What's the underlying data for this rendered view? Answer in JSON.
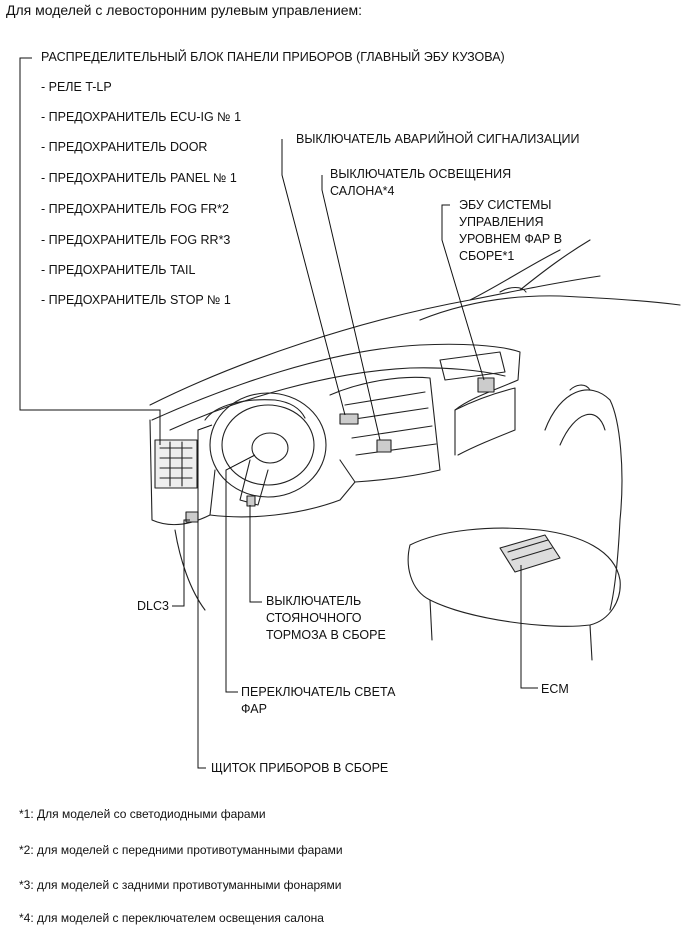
{
  "header": "Для моделей с левосторонним рулевым управлением:",
  "main_block": "РАСПРЕДЕЛИТЕЛЬНЫЙ БЛОК ПАНЕЛИ ПРИБОРОВ (ГЛАВНЫЙ ЭБУ КУЗОВА)",
  "block_items": [
    "- РЕЛЕ T-LP",
    "- ПРЕДОХРАНИТЕЛЬ ECU-IG № 1",
    "- ПРЕДОХРАНИТЕЛЬ DOOR",
    "- ПРЕДОХРАНИТЕЛЬ PANEL № 1",
    "- ПРЕДОХРАНИТЕЛЬ FOG FR*2",
    "- ПРЕДОХРАНИТЕЛЬ FOG RR*3",
    "- ПРЕДОХРАНИТЕЛЬ TAIL",
    "- ПРЕДОХРАНИТЕЛЬ STOP № 1"
  ],
  "callouts": {
    "hazard_switch": "ВЫКЛЮЧАТЕЛЬ АВАРИЙНОЙ СИГНАЛИЗАЦИИ",
    "room_light_switch": "ВЫКЛЮЧАТЕЛЬ ОСВЕЩЕНИЯ\nСАЛОНА*4",
    "headlight_leveling_ecu": "ЭБУ СИСТЕМЫ\nУПРАВЛЕНИЯ\nУРОВНЕМ ФАР В\nСБОРЕ*1",
    "dlc3": "DLC3",
    "parking_brake_switch": "ВЫКЛЮЧАТЕЛЬ\nСТОЯНОЧНОГО\nТОРМОЗА В СБОРЕ",
    "headlight_switch": "ПЕРЕКЛЮЧАТЕЛЬ СВЕТА\nФАР",
    "ecm": "ECM",
    "combination_meter": "ЩИТОК ПРИБОРОВ В СБОРЕ"
  },
  "footnotes": [
    "*1: Для моделей со светодиодными фарами",
    "*2: для моделей с передними противотуманными фарами",
    "*3: для моделей с задними противотуманными фонарями",
    "*4: для моделей с переключателем освещения салона"
  ]
}
